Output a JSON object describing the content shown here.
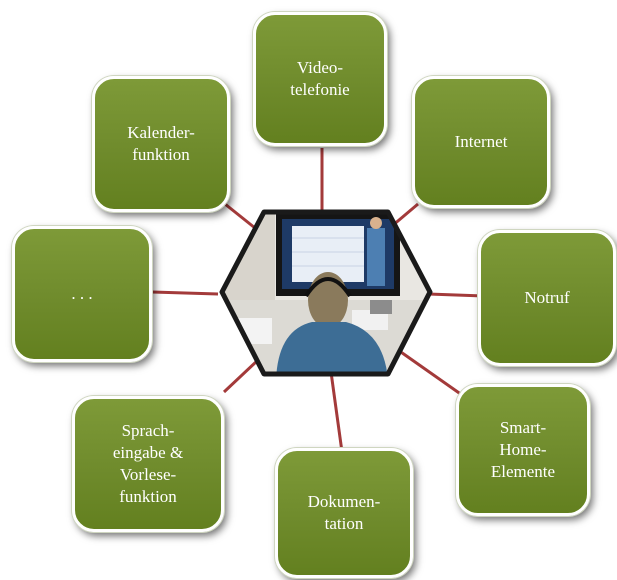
{
  "diagram": {
    "center": {
      "description": "Photo: person with headphones seated in front of a monitor showing a video call",
      "colors": {
        "border": "#1a1a1a",
        "screen": "#1e3a66",
        "hair": "#8a7a5c",
        "shirt": "#3d6d95"
      }
    },
    "nodes": [
      {
        "id": "video",
        "label": "Video-\ntelefonie"
      },
      {
        "id": "internet",
        "label": "Internet"
      },
      {
        "id": "notruf",
        "label": "Notruf"
      },
      {
        "id": "smarthome",
        "label": "Smart-\nHome-\nElemente"
      },
      {
        "id": "doku",
        "label": "Dokumen-\ntation"
      },
      {
        "id": "sprach",
        "label": "Sprach-\neingabe &\nVorlese-\nfunktion"
      },
      {
        "id": "ellipsis",
        "label": ". . ."
      },
      {
        "id": "kalender",
        "label": "Kalender-\nfunktion"
      }
    ],
    "colors": {
      "node_fill": "#6f8b2c",
      "node_border": "#ffffff",
      "connector": "#a33a3a"
    }
  }
}
